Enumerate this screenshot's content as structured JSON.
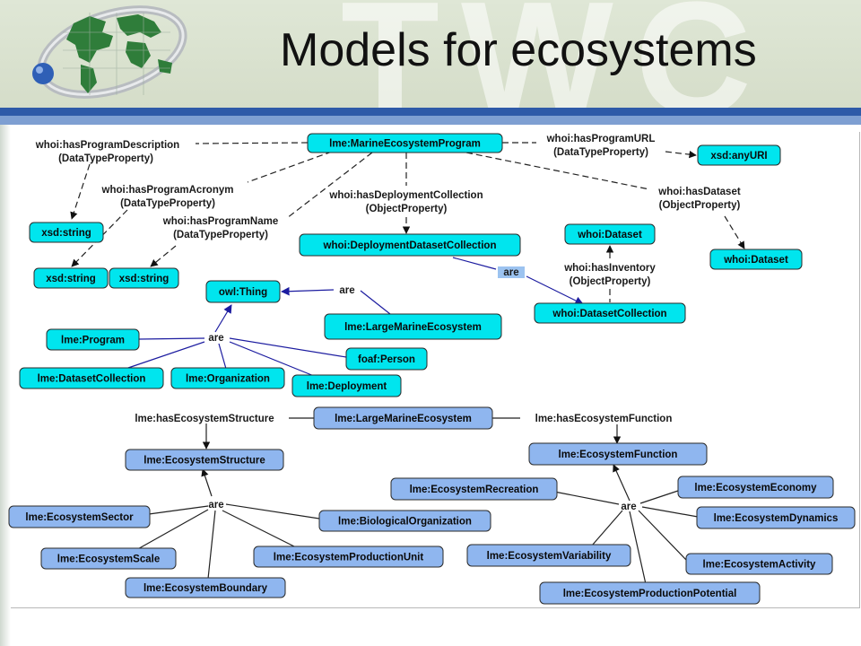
{
  "title": "Models for ecosystems",
  "watermark": "TWC",
  "colors": {
    "cyan_node": "#00e5ee",
    "blue_node": "#8fb6ef",
    "band_dark": "#2e5aa8",
    "band_light": "#7e9fd2",
    "dashed_line": "#222222",
    "are_line": "#1c1ca0"
  },
  "nodes": {
    "marine_program": "lme:MarineEcosystemProgram",
    "xsd_anyuri": "xsd:anyURI",
    "xsd_string_1": "xsd:string",
    "xsd_string_2": "xsd:string",
    "xsd_string_3": "xsd:string",
    "deployment_collection": "whoi:DeploymentDatasetCollection",
    "whoi_dataset_mid": "whoi:Dataset",
    "whoi_dataset_right": "whoi:Dataset",
    "dataset_collection_whoi": "whoi:DatasetCollection",
    "owl_thing": "owl:Thing",
    "lme_large_1": "lme:LargeMarineEcosystem",
    "lme_program": "lme:Program",
    "foaf_person": "foaf:Person",
    "lme_dataset_collection": "lme:DatasetCollection",
    "lme_organization": "lme:Organization",
    "lme_deployment": "lme:Deployment",
    "lme_large_2": "lme:LargeMarineEcosystem",
    "eco_structure": "lme:EcosystemStructure",
    "eco_function": "lme:EcosystemFunction",
    "eco_sector": "lme:EcosystemSector",
    "bio_org": "lme:BiologicalOrganization",
    "eco_scale": "lme:EcosystemScale",
    "eco_prod_unit": "lme:EcosystemProductionUnit",
    "eco_boundary": "lme:EcosystemBoundary",
    "eco_recreation": "lme:EcosystemRecreation",
    "eco_economy": "lme:EcosystemEconomy",
    "eco_dynamics": "lme:EcosystemDynamics",
    "eco_variability": "lme:EcosystemVariability",
    "eco_activity": "lme:EcosystemActivity",
    "eco_prod_potential": "lme:EcosystemProductionPotential"
  },
  "edge_labels": {
    "has_description_1": "whoi:hasProgramDescription",
    "has_description_2": "(DataTypeProperty)",
    "has_url_1": "whoi:hasProgramURL",
    "has_url_2": "(DataTypeProperty)",
    "has_acronym_1": "whoi:hasProgramAcronym",
    "has_acronym_2": "(DataTypeProperty)",
    "has_deployment_1": "whoi:hasDeploymentCollection",
    "has_deployment_2": "(ObjectProperty)",
    "has_dataset_1": "whoi:hasDataset",
    "has_dataset_2": "(ObjectProperty)",
    "has_name_1": "whoi:hasProgramName",
    "has_name_2": "(DataTypeProperty)",
    "has_inventory_1": "whoi:hasInventory",
    "has_inventory_2": "(ObjectProperty)",
    "has_structure": "lme:hasEcosystemStructure",
    "has_function": "lme:hasEcosystemFunction"
  },
  "are_labels": {
    "are_dataset": "are",
    "are_thing_lme": "are",
    "are_thing_group": "are",
    "are_structure": "are",
    "are_function": "are"
  }
}
